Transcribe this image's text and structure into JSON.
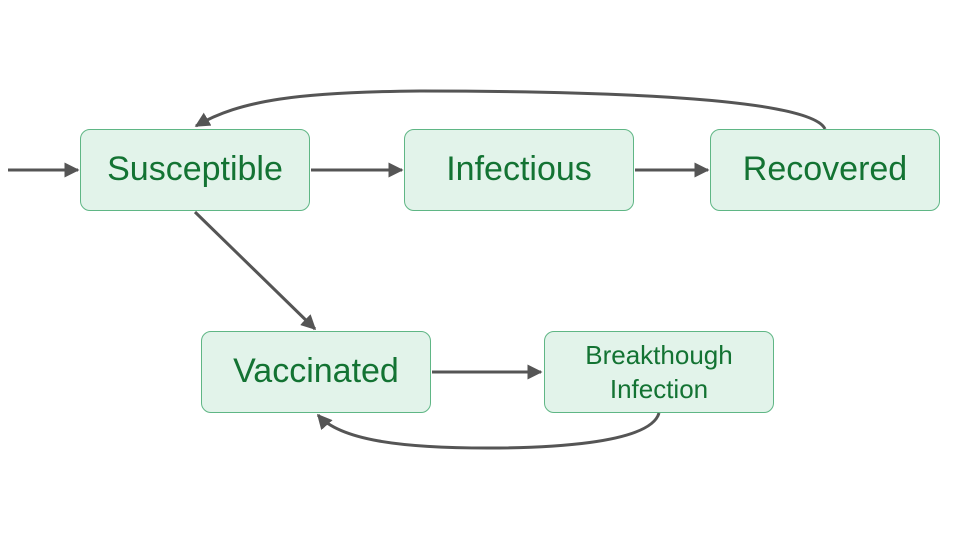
{
  "nodes": {
    "susceptible": {
      "label": "Susceptible"
    },
    "infectious": {
      "label": "Infectious"
    },
    "recovered": {
      "label": "Recovered"
    },
    "vaccinated": {
      "label": "Vaccinated"
    },
    "breakthrough": {
      "label_line1": "Breakthough",
      "label_line2": "Infection"
    }
  },
  "edges": [
    {
      "from": "external",
      "to": "susceptible"
    },
    {
      "from": "susceptible",
      "to": "infectious"
    },
    {
      "from": "infectious",
      "to": "recovered"
    },
    {
      "from": "recovered",
      "to": "susceptible"
    },
    {
      "from": "susceptible",
      "to": "vaccinated"
    },
    {
      "from": "vaccinated",
      "to": "breakthrough"
    },
    {
      "from": "breakthrough",
      "to": "vaccinated"
    }
  ],
  "colors": {
    "node_fill": "#e2f3ea",
    "node_border": "#5fb685",
    "node_text": "#137333",
    "edge": "#555555"
  }
}
